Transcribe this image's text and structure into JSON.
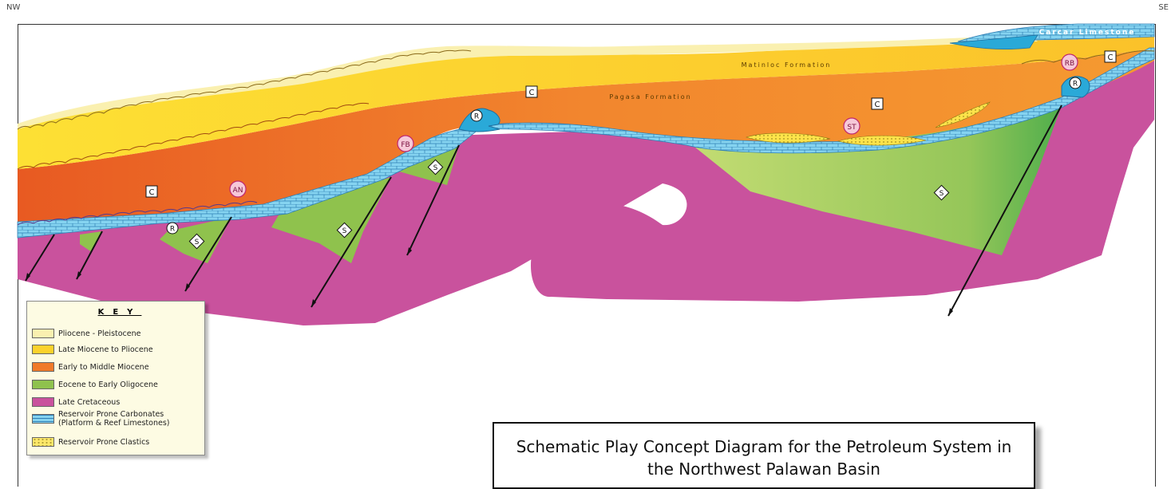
{
  "orientation": {
    "left": "NW",
    "right": "SE"
  },
  "formations": {
    "matinloc": "Matinloc Formation",
    "pagasa": "Pagasa Formation",
    "carcar": "Carcar Limestone"
  },
  "markers": {
    "c": "C",
    "s": "S",
    "r": "R",
    "an": "AN",
    "fb": "FB",
    "st": "ST",
    "rb": "RB"
  },
  "key": {
    "title": "KEY",
    "items": [
      {
        "label": "Pliocene - Pleistocene",
        "color": "#faf0b0"
      },
      {
        "label": "Late Miocene to Pliocene",
        "color": "#fcd22c"
      },
      {
        "label": "Early to Middle Miocene",
        "color": "#f07a2a"
      },
      {
        "label": "Eocene to Early Oligocene",
        "color": "#8fc24d"
      },
      {
        "label": "Late Cretaceous",
        "color": "#c9529d"
      },
      {
        "label": "Reservoir Prone Carbonates (Platform & Reef Limestones)",
        "color": "#7fd0ef"
      },
      {
        "label": "Reservoir Prone Clastics",
        "color": "#fde86a"
      }
    ]
  },
  "title": "Schematic Play Concept Diagram for the Petroleum System in the Northwest Palawan Basin"
}
